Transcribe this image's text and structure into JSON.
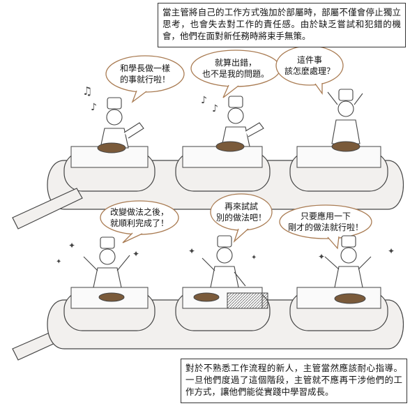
{
  "captions": {
    "top": "當主管將自己的工作方式強加於部屬時，部屬不僅會停止獨立思考，也會失去對工作的責任感。由於缺乏嘗試和犯錯的機會，他們在面對新任務時將束手無策。",
    "bottom": "對於不熟悉工作流程的新人，主管當然應該耐心指導。一旦他們度過了這個階段，主管就不應再干涉他們的工作方式，讓他們能從實踐中學習成長。"
  },
  "bubbles": {
    "b1": "和學長做一樣\n的事就行啦！",
    "b2": "就算出錯，\n也不是我的問題。",
    "b3": "這件事\n該怎麼處理？",
    "b4": "改變做法之後，\n就順利完成了！",
    "b5": "再來試試\n別的做法吧！",
    "b6": "只要應用一下\n剛才的做法就行啦！"
  },
  "colors": {
    "bubble_border": "#a97b52",
    "table": "#f2f0ee",
    "line": "#444444"
  }
}
